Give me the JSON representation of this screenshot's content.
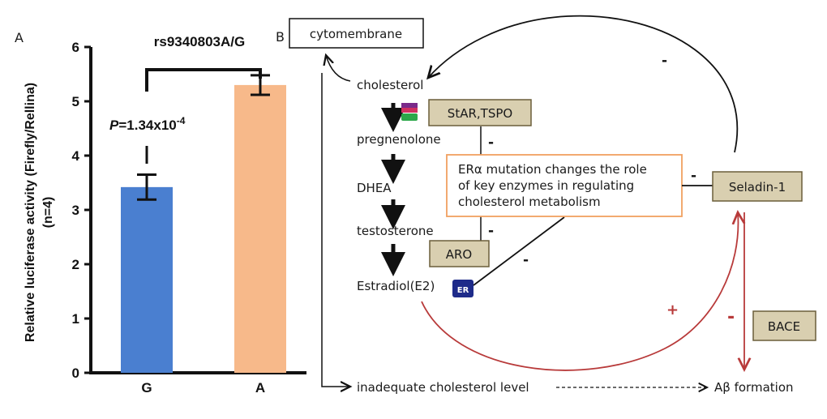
{
  "panel_a": {
    "panel_label": "A",
    "p_value_prefix": "P",
    "p_value_text": "=1.34x10",
    "p_value_exp": "-4"
  },
  "chart_data": {
    "type": "bar",
    "title": "rs9340803A/G",
    "xlabel": "",
    "ylabel_line1": "Relative luciferase activity  (Firefly/Rellina)",
    "ylabel_line2": "(n=4)",
    "categories": [
      "G",
      "A"
    ],
    "values": [
      3.42,
      5.3
    ],
    "errors": [
      0.23,
      0.18
    ],
    "bar_colors": [
      "#4a7fd0",
      "#f7b98a"
    ],
    "ylim": [
      0,
      6
    ],
    "yticks": [
      0,
      1,
      2,
      3,
      4,
      5,
      6
    ]
  },
  "panel_b": {
    "panel_label": "B",
    "cytomembrane": "cytomembrane",
    "cholesterol": "cholesterol",
    "pregnenolone": "pregnenolone",
    "dhea": "DHEA",
    "testosterone": "testosterone",
    "estradiol": "Estradiol(E2)",
    "er_badge": "ER",
    "star_tspo": "StAR,TSPO",
    "aro": "ARO",
    "seladin": "Seladin-1",
    "bace": "BACE",
    "note_line1": "ERα mutation changes the role",
    "note_line2": "of key enzymes in regulating",
    "note_line3": "cholesterol  metabolism",
    "inadequate": "inadequate cholesterol level",
    "abeta": "Aβ formation",
    "minus": "-",
    "plus": "+",
    "colors": {
      "red_path": "#b83a3a",
      "note_border": "#f0a060",
      "tan": "#d9cfb0"
    }
  }
}
